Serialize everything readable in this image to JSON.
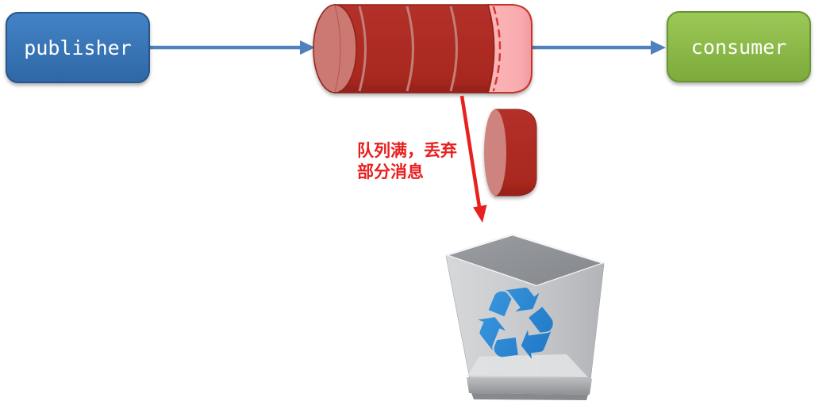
{
  "nodes": {
    "publisher": {
      "label": "publisher",
      "fill_top": "#4383c6",
      "fill_bottom": "#2f67a5",
      "border": "#27568c",
      "text_color": "#ffffff"
    },
    "consumer": {
      "label": "consumer",
      "fill_top": "#9cc857",
      "fill_bottom": "#7cab3b",
      "border": "#699330",
      "text_color": "#ffffff"
    }
  },
  "queue": {
    "filled_segments": 4,
    "free_segments": 1,
    "body_color": "#b02a24",
    "cap_color": "#cc7973",
    "outline_color": "#8e2019",
    "seam_color": "#c08078",
    "free_segment_color": "#f9abae",
    "free_segment_border": "#c5342c",
    "dashed_divider_color": "#d23b33"
  },
  "dropped_message": {
    "body_color": "#b02a24",
    "cap_color": "#ce837e"
  },
  "annotation": {
    "line1": "队列满，丢弃",
    "line2": "部分消息",
    "color": "#e8201f"
  },
  "arrows": {
    "flow_color": "#4f81bd",
    "drop_color": "#e8201f"
  },
  "recycle_bin": {
    "body_color": "#c6c8cb",
    "inner_color": "#8f9296",
    "rim_color": "#f4f5f6",
    "base_color": "#b3b5b8",
    "symbol": "♻",
    "symbol_color_light": "#3fa0e4",
    "symbol_color_dark": "#1a6fc0"
  }
}
